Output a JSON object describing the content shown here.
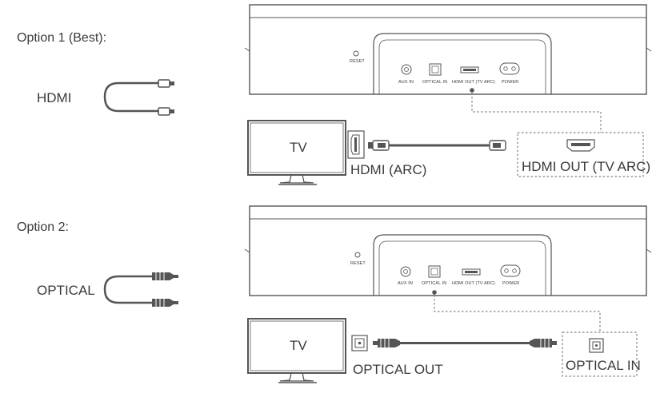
{
  "option1": {
    "title": "Option 1 (Best):",
    "cable": "HDMI",
    "tv": "TV",
    "tv_port": "HDMI (ARC)",
    "soundbar_port": "HDMI OUT (TV ARC)",
    "panel": {
      "reset": "RESET",
      "aux": "AUX IN",
      "optical": "OPTICAL IN",
      "hdmi": "HDMI OUT (TV ARC)",
      "power": "POWER"
    }
  },
  "option2": {
    "title": "Option 2:",
    "cable": "OPTICAL",
    "tv": "TV",
    "tv_port": "OPTICAL OUT",
    "soundbar_port": "OPTICAL IN",
    "panel": {
      "reset": "RESET",
      "aux": "AUX IN",
      "optical": "OPTICAL IN",
      "hdmi": "HDMI OUT (TV ARC)",
      "power": "POWER"
    }
  }
}
